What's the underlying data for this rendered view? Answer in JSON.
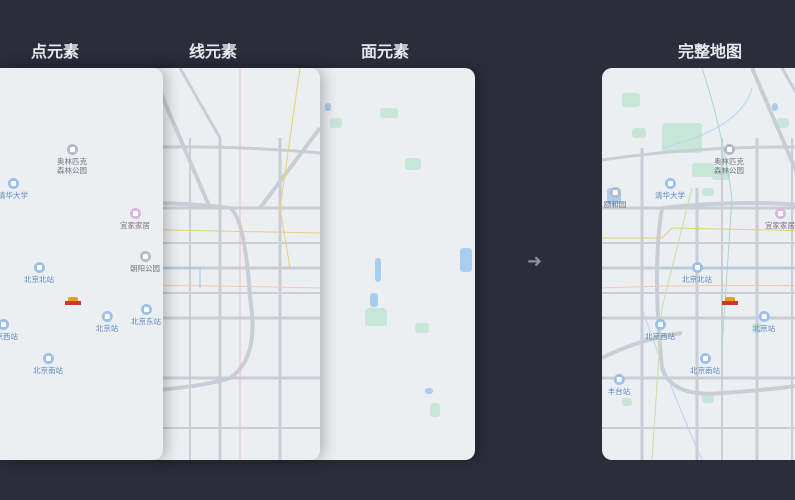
{
  "titles": {
    "points": "点元素",
    "lines": "线元素",
    "areas": "面元素",
    "full": "完整地图"
  },
  "arrow_icon": "arrow-right-icon",
  "pois": {
    "olympic": "奥林匹克\n森林公园",
    "tsinghua": "清华大学",
    "ikea": "宜家家居",
    "chaoyang": "朝阳公园",
    "bj_north": "北京北站",
    "bj": "北京站",
    "bj_east": "北京东站",
    "bj_west": "北京西站",
    "bj_south": "北京南站",
    "yiheyuan": "颐和园",
    "fengtai": "丰台站"
  },
  "colors": {
    "background": "#2b2d3a",
    "map": "#eceff2",
    "road": "#c9ced6",
    "park": "#c8e6d8",
    "water": "#a9cdee"
  }
}
